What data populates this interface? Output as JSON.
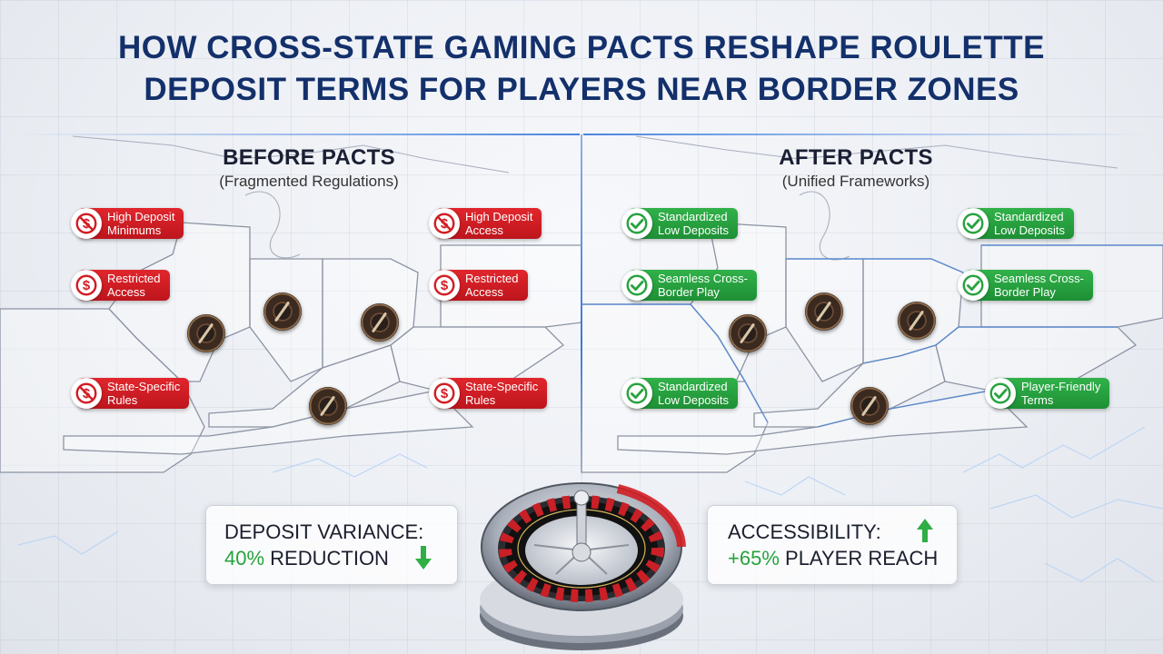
{
  "title": {
    "line1": "HOW CROSS-STATE GAMING PACTS RESHAPE ROULETTE",
    "line2": "DEPOSIT TERMS FOR PLAYERS NEAR BORDER ZONES"
  },
  "before": {
    "heading": "BEFORE PACTS",
    "subheading": "(Fragmented Regulations)",
    "badges": [
      {
        "label1": "High Deposit",
        "label2": "Minimums"
      },
      {
        "label1": "Restricted",
        "label2": "Access"
      },
      {
        "label1": "State-Specific",
        "label2": "Rules"
      },
      {
        "label1": "High Deposit",
        "label2": "Access"
      },
      {
        "label1": "Restricted",
        "label2": "Access"
      },
      {
        "label1": "State-Specific",
        "label2": "Rules"
      }
    ]
  },
  "after": {
    "heading": "AFTER PACTS",
    "subheading": "(Unified Frameworks)",
    "badges": [
      {
        "label1": "Standardized",
        "label2": "Low Deposits"
      },
      {
        "label1": "Seamless Cross-",
        "label2": "Border Play"
      },
      {
        "label1": "Standardized",
        "label2": "Low Deposits"
      },
      {
        "label1": "Standardized",
        "label2": "Low Deposits"
      },
      {
        "label1": "Seamless Cross-",
        "label2": "Border Play"
      },
      {
        "label1": "Player-Friendly",
        "label2": "Terms"
      }
    ]
  },
  "stats": {
    "left": {
      "label": "DEPOSIT VARIANCE:",
      "value": "40%",
      "suffix": "REDUCTION",
      "direction": "down"
    },
    "right": {
      "label": "ACCESSIBILITY:",
      "value": "+65%",
      "suffix": "PLAYER REACH",
      "direction": "up"
    }
  },
  "icons": {
    "before": "no-dollar-icon",
    "after": "check-circle-icon",
    "center": "roulette-wheel",
    "chips": "roulette-chip-icon"
  },
  "colors": {
    "title": "#13306b",
    "red": "#d21d24",
    "green": "#28a23f",
    "accent_line": "#3a78d8"
  }
}
